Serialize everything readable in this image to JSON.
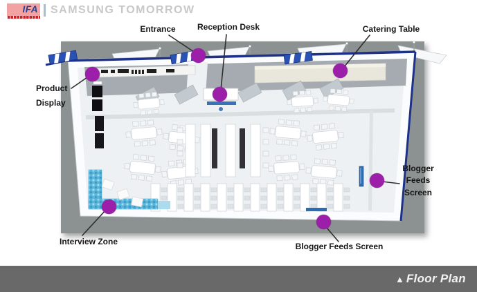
{
  "header": {
    "logo_text": "IFA",
    "title": "SAMSUNG TOMORROW"
  },
  "floor_plan": {
    "labels": [
      {
        "id": "entrance",
        "text": "Entrance"
      },
      {
        "id": "reception-desk",
        "text": "Reception Desk"
      },
      {
        "id": "catering-table",
        "text": "Catering Table"
      },
      {
        "id": "product-display",
        "text": "Product\nDisplay"
      },
      {
        "id": "interview-zone",
        "text": "Interview Zone"
      },
      {
        "id": "blogger-feeds-screen-right",
        "text": "Blogger\nFeeds\nScreen"
      },
      {
        "id": "blogger-feeds-screen-bottom",
        "text": "Blogger Feeds Screen"
      }
    ],
    "marker_color": "#9b1fa8"
  },
  "footer": {
    "icon": "▲",
    "text": "Floor Plan"
  },
  "colors": {
    "marker": "#9b1fa8",
    "wall_border": "#1d3189",
    "interview_zone": "#5ab5da",
    "screen_blue": "#2e6cb2",
    "backdrop_gray": "#8c9191",
    "banner_gray": "#696969",
    "logo_pink": "#f2a2a2",
    "logo_red": "#cb2127",
    "logo_blue": "#24418f",
    "title_gray": "#c8c8c8"
  }
}
